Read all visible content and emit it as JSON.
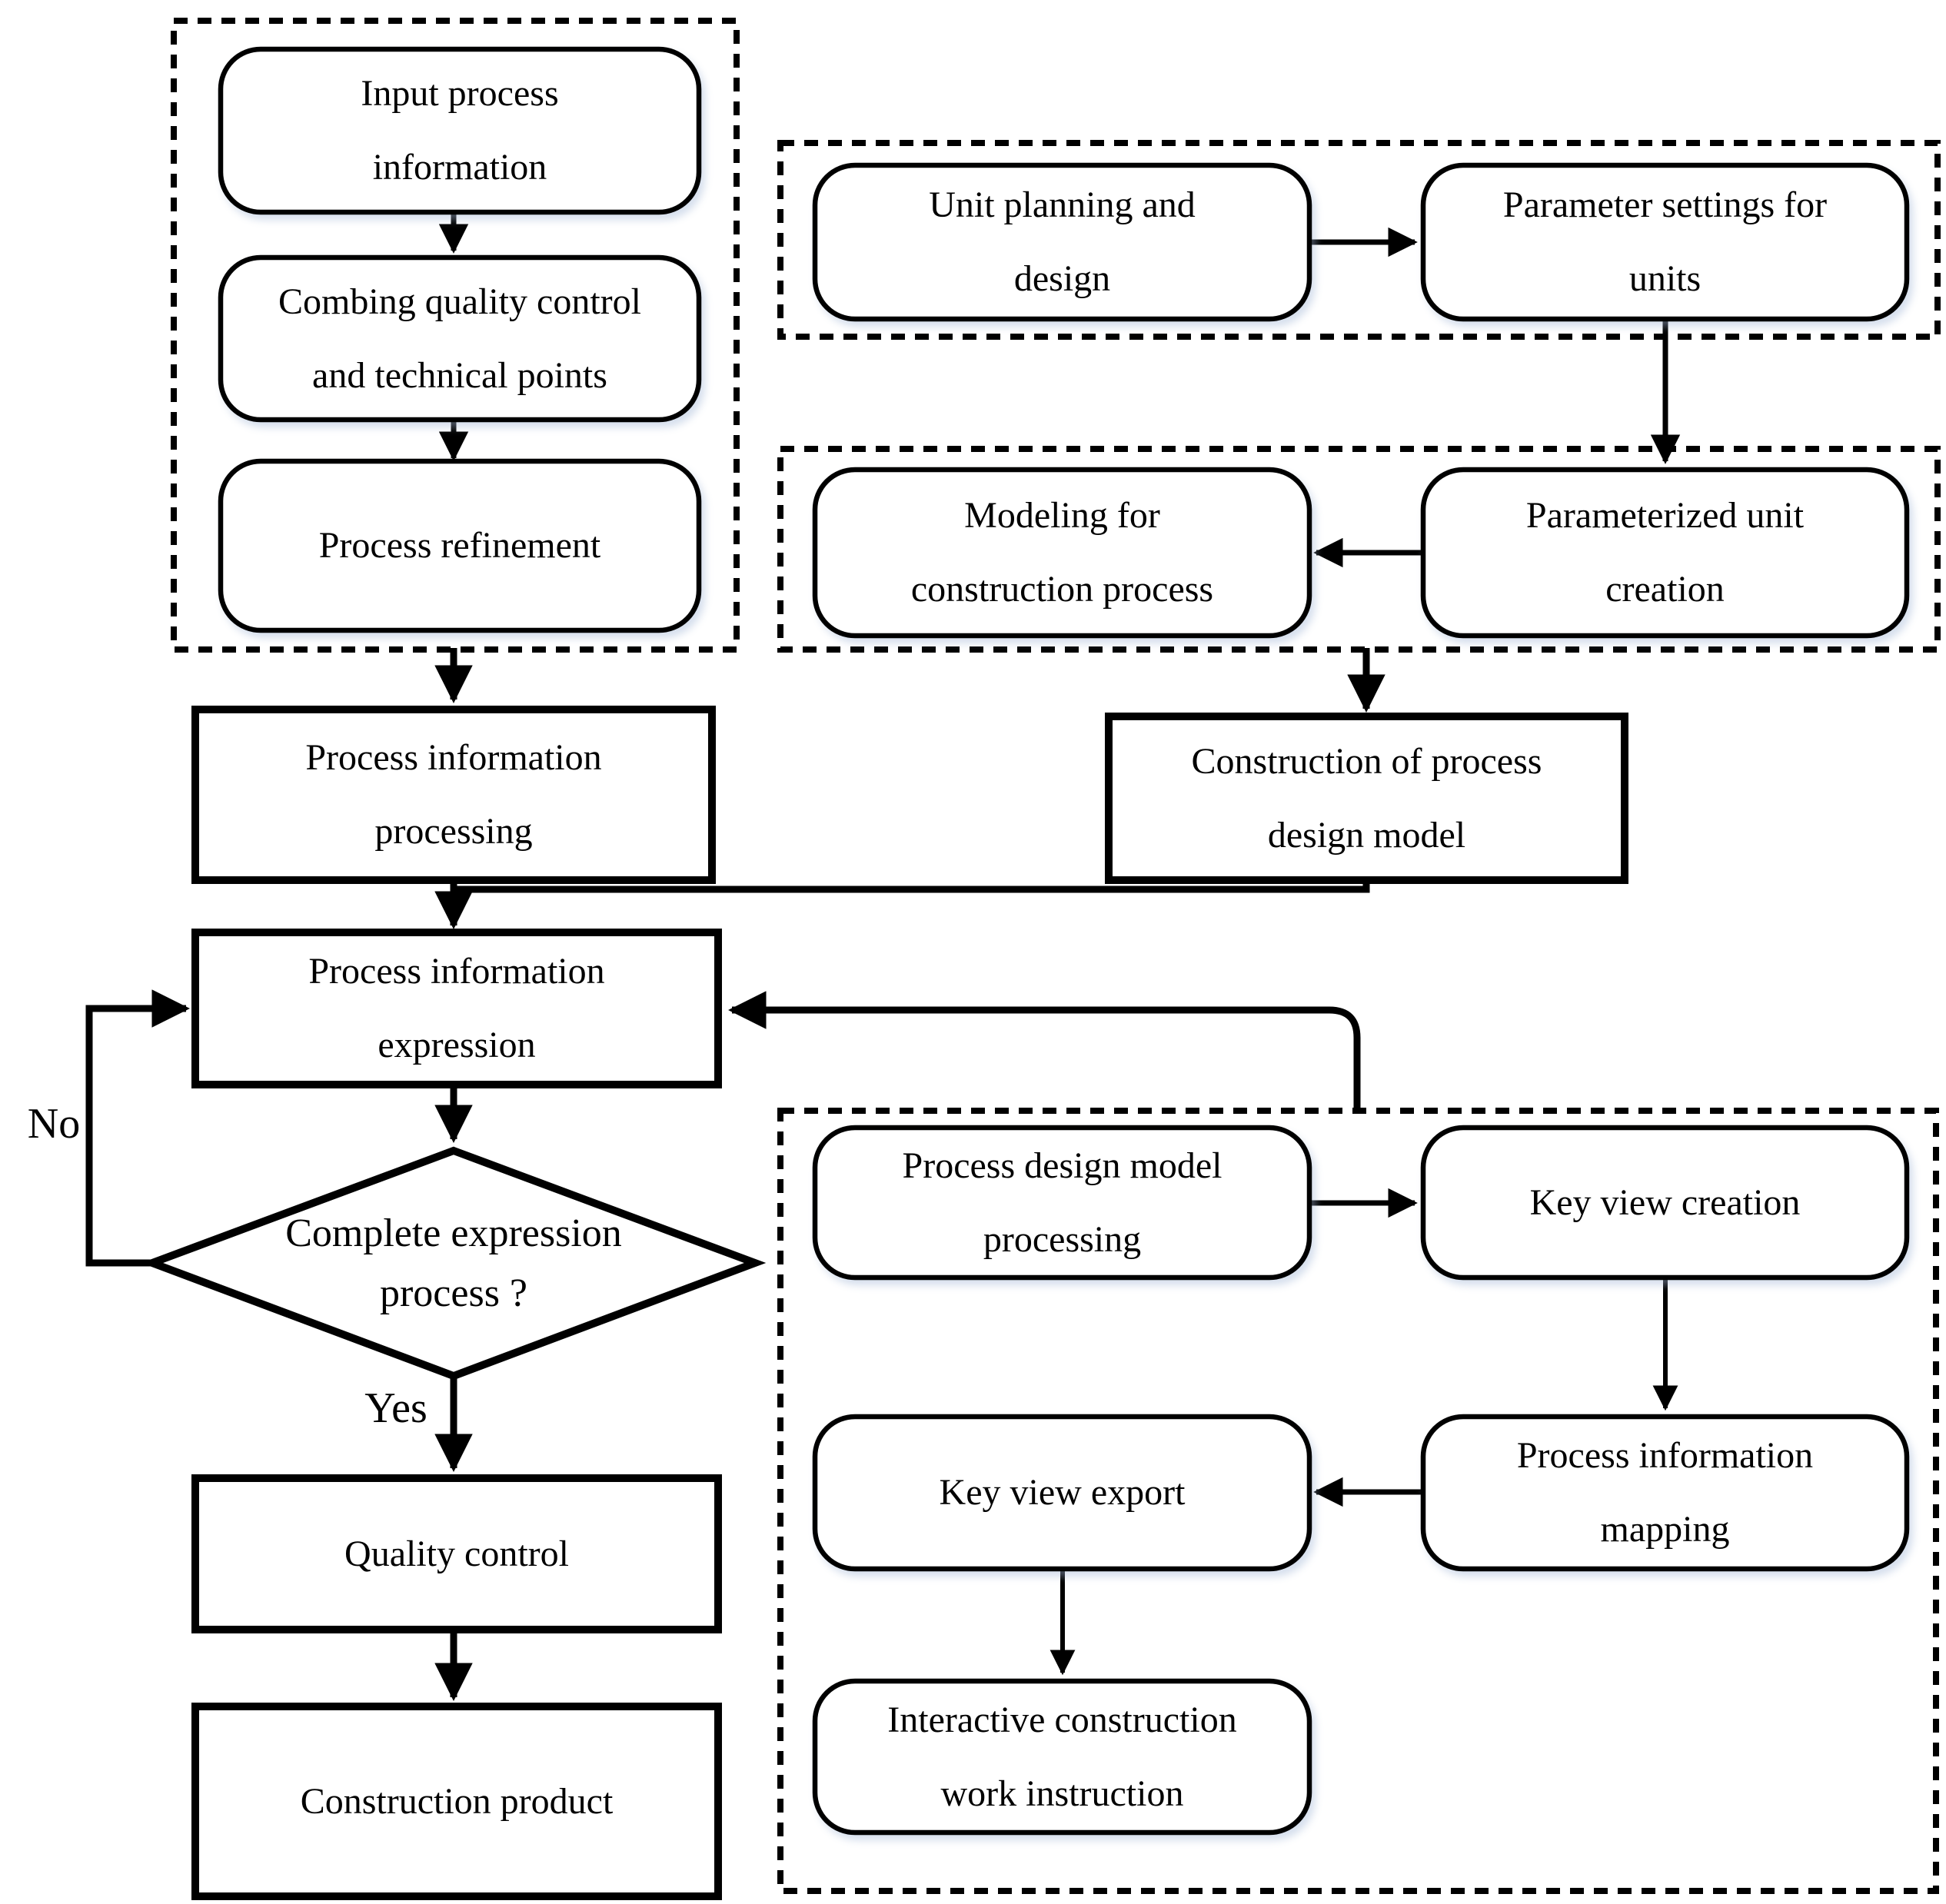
{
  "diagram": {
    "background_color": "#ffffff",
    "line_color": "#000000",
    "nodes": {
      "input_process_information": "Input process\ninformation",
      "combing_quality_control": "Combing quality control\nand technical points",
      "process_refinement": "Process refinement",
      "process_information_processing": "Process information\nprocessing",
      "unit_planning_and_design": "Unit planning and\ndesign",
      "parameter_settings_for_units": "Parameter settings for\nunits",
      "modeling_for_construction_process": "Modeling for\nconstruction process",
      "parameterized_unit_creation": "Parameterized unit\ncreation",
      "construction_of_process_design_model": "Construction of process\ndesign model",
      "process_information_expression": "Process information\nexpression",
      "complete_expression_process": "Complete expression\nprocess ?",
      "quality_control": "Quality control",
      "construction_product": "Construction product",
      "process_design_model_processing": "Process design model\nprocessing",
      "key_view_creation": "Key view creation",
      "process_information_mapping": "Process information\nmapping",
      "key_view_export": "Key view export",
      "interactive_construction_work_instruction": "Interactive construction\nwork instruction"
    },
    "edge_labels": {
      "no": "No",
      "yes": "Yes"
    }
  }
}
